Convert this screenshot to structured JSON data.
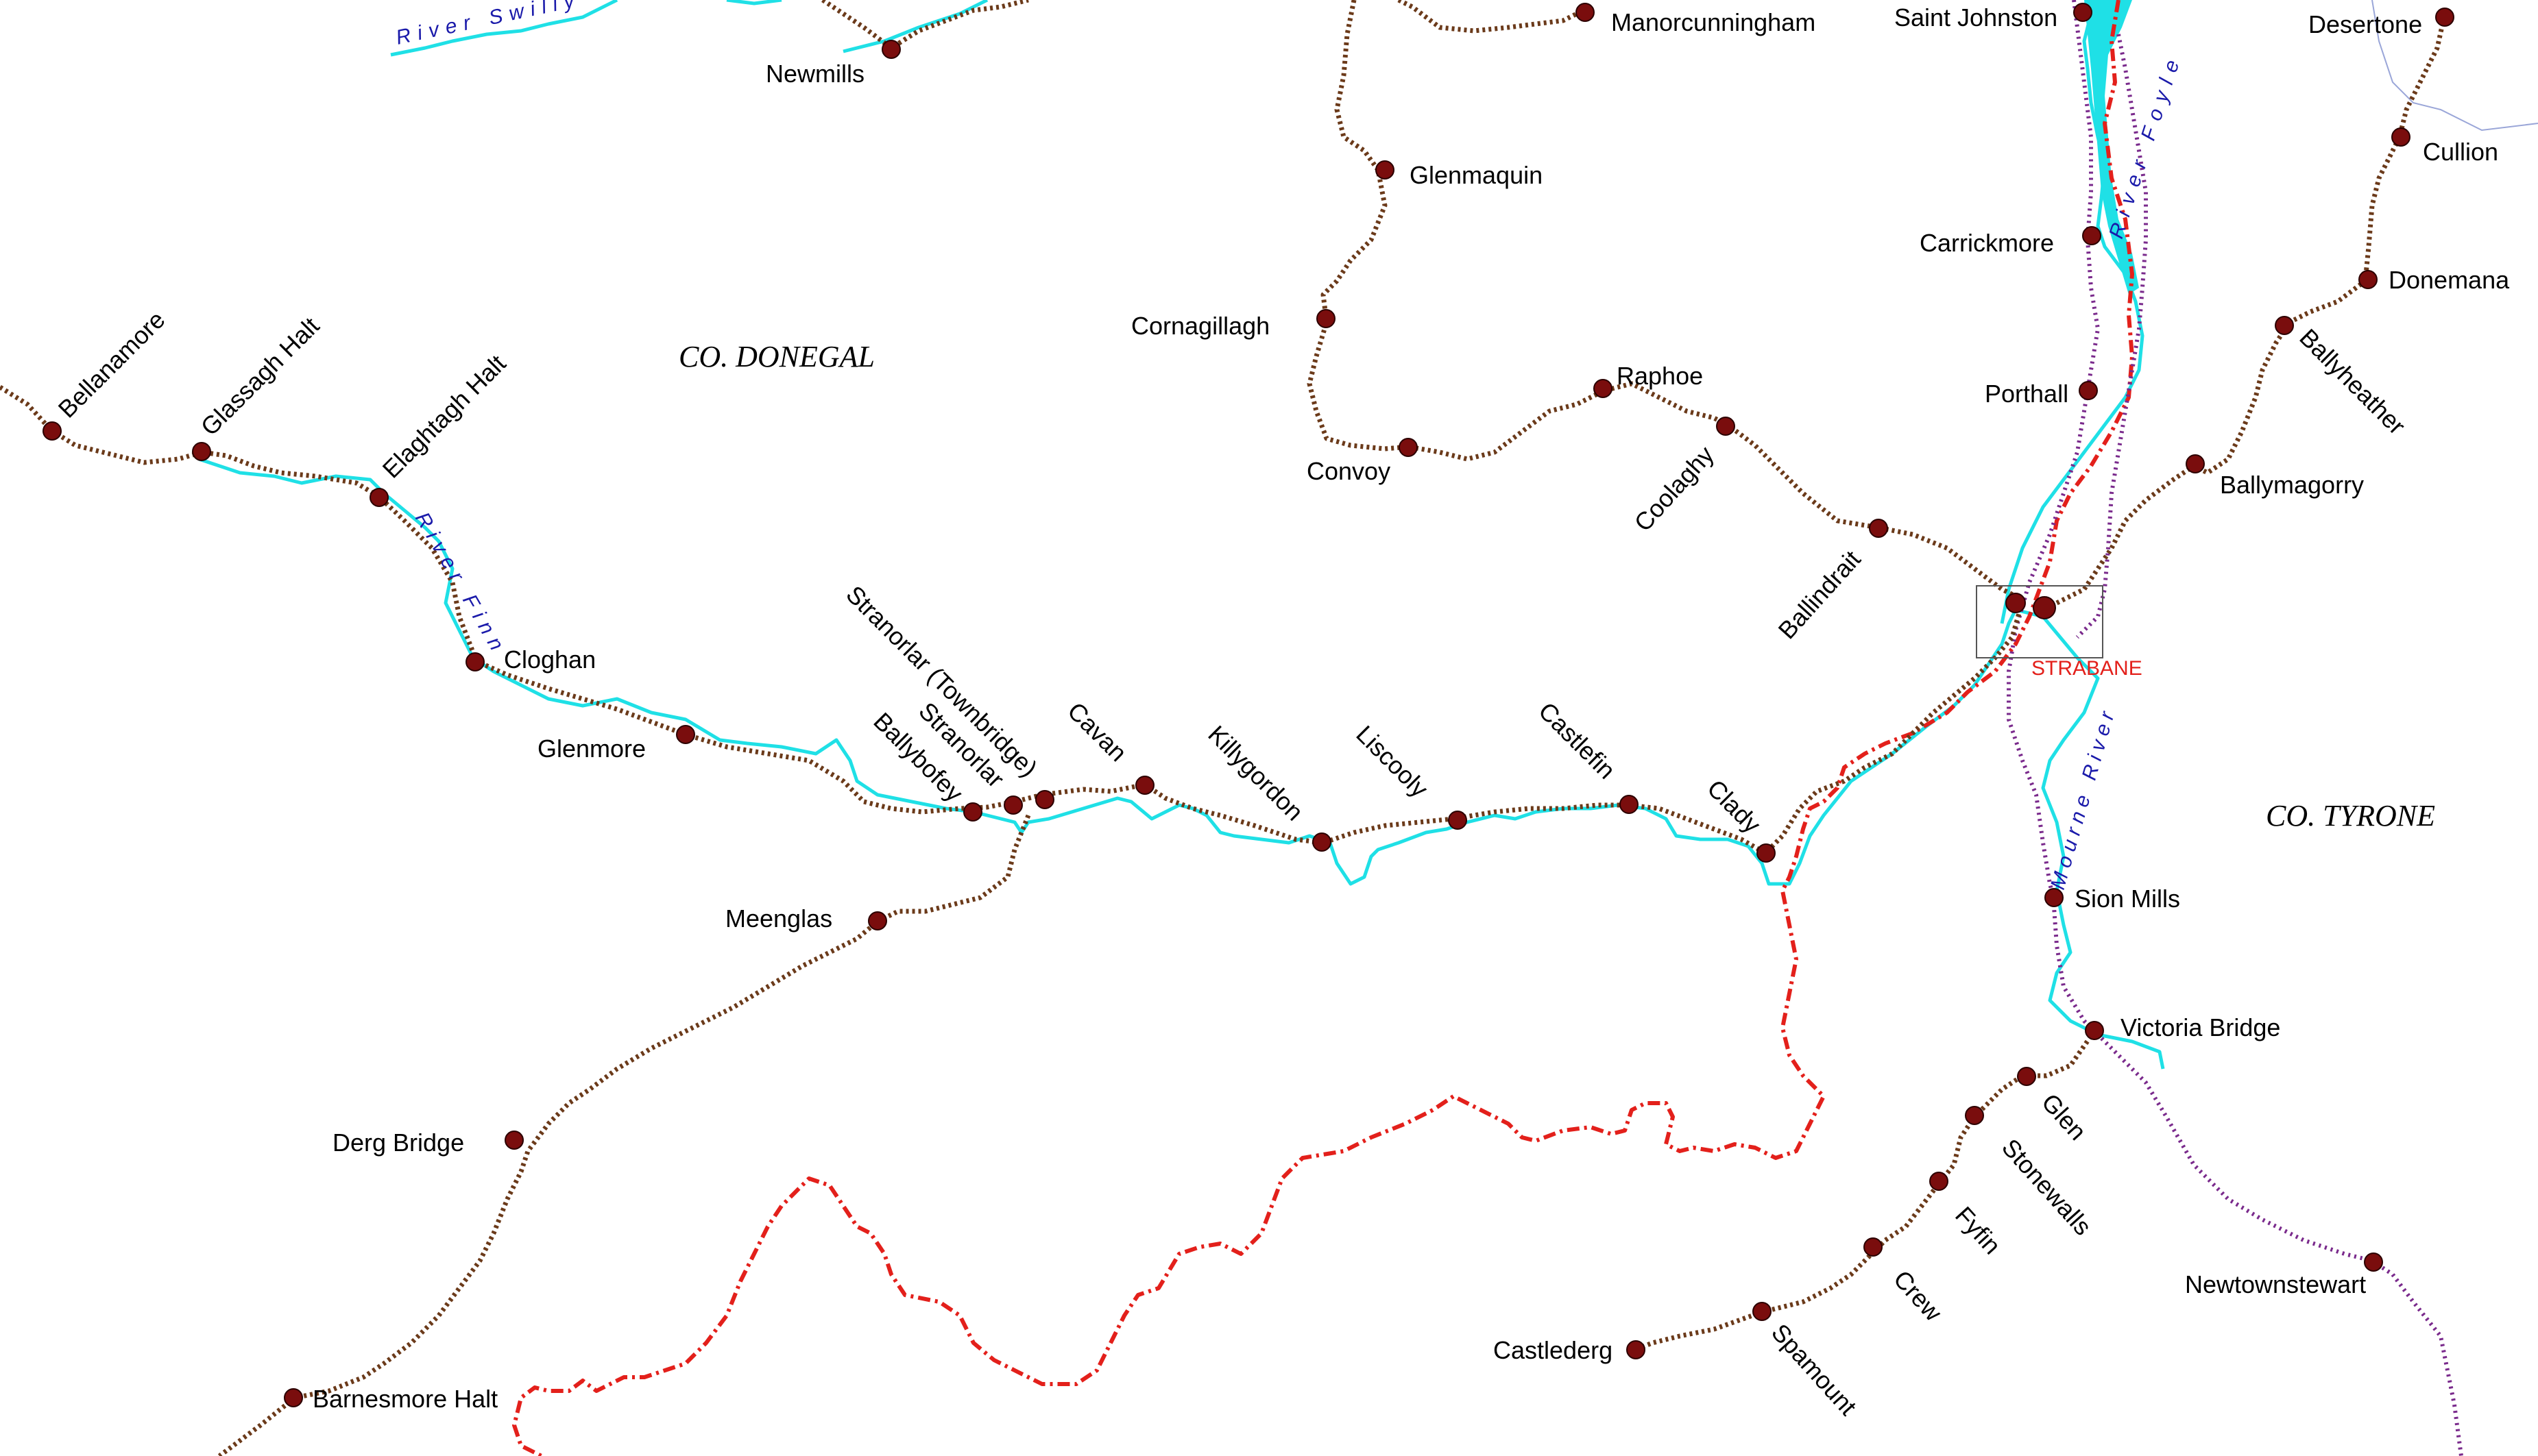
{
  "colors": {
    "river": "#1fe0e6",
    "river_label": "#1a1aaa",
    "railway": "#6b3a1a",
    "border": "#e3201b",
    "gne_line": "#7a2a8c",
    "station": "#7a0d0d",
    "strabane_label": "#e3201b"
  },
  "counties": {
    "donegal": "CO. DONEGAL",
    "tyrone": "CO. TYRONE"
  },
  "rivers": {
    "swilly": "River Swilly",
    "finn": "River Finn",
    "foyle": "River Foyle",
    "mourne": "Mourne River"
  },
  "stations": [
    "Newmills",
    "Manorcunningham",
    "Saint Johnston",
    "Desertone",
    "Glenmaquin",
    "Cullion",
    "Carrickmore",
    "Donemana",
    "Cornagillagh",
    "Raphoe",
    "Porthall",
    "Bellanamore",
    "Glassagh Halt",
    "Elaghtagh Halt",
    "Convoy",
    "Coolaghy",
    "Ballyheather",
    "Ballymagorry",
    "Ballindrait",
    "Cloghan",
    "Glenmore",
    "Stranorlar (Townbridge)",
    "Stranorlar",
    "Ballybofey",
    "Cavan",
    "Killygordon",
    "Liscooly",
    "Castlefin",
    "Clady",
    "Sion Mills",
    "Meenglas",
    "Victoria Bridge",
    "Glen",
    "Derg Bridge",
    "Stonewalls",
    "Fyfin",
    "Crew",
    "Newtownstewart",
    "Castlederg",
    "Spamount",
    "Barnesmore Halt"
  ],
  "strabane": "STRABANE"
}
